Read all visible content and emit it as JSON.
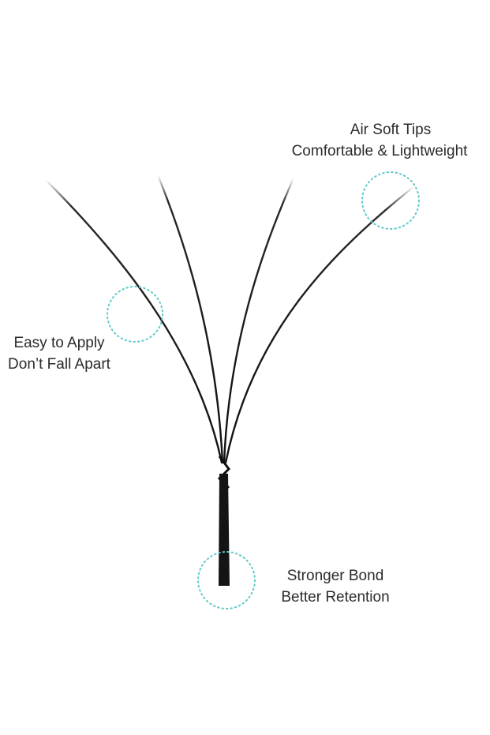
{
  "callouts": {
    "tips": {
      "line1": "Air Soft Tips",
      "line2": "Comfortable & Lightweight"
    },
    "apply": {
      "line1": "Easy to Apply",
      "line2": "Don’t Fall Apart"
    },
    "bond": {
      "line1": "Stronger Bond",
      "line2": "Better Retention"
    }
  },
  "colors": {
    "fiber": "#111111",
    "circle": "#5fc9c9",
    "text": "#2b2b2b",
    "background": "#ffffff"
  }
}
